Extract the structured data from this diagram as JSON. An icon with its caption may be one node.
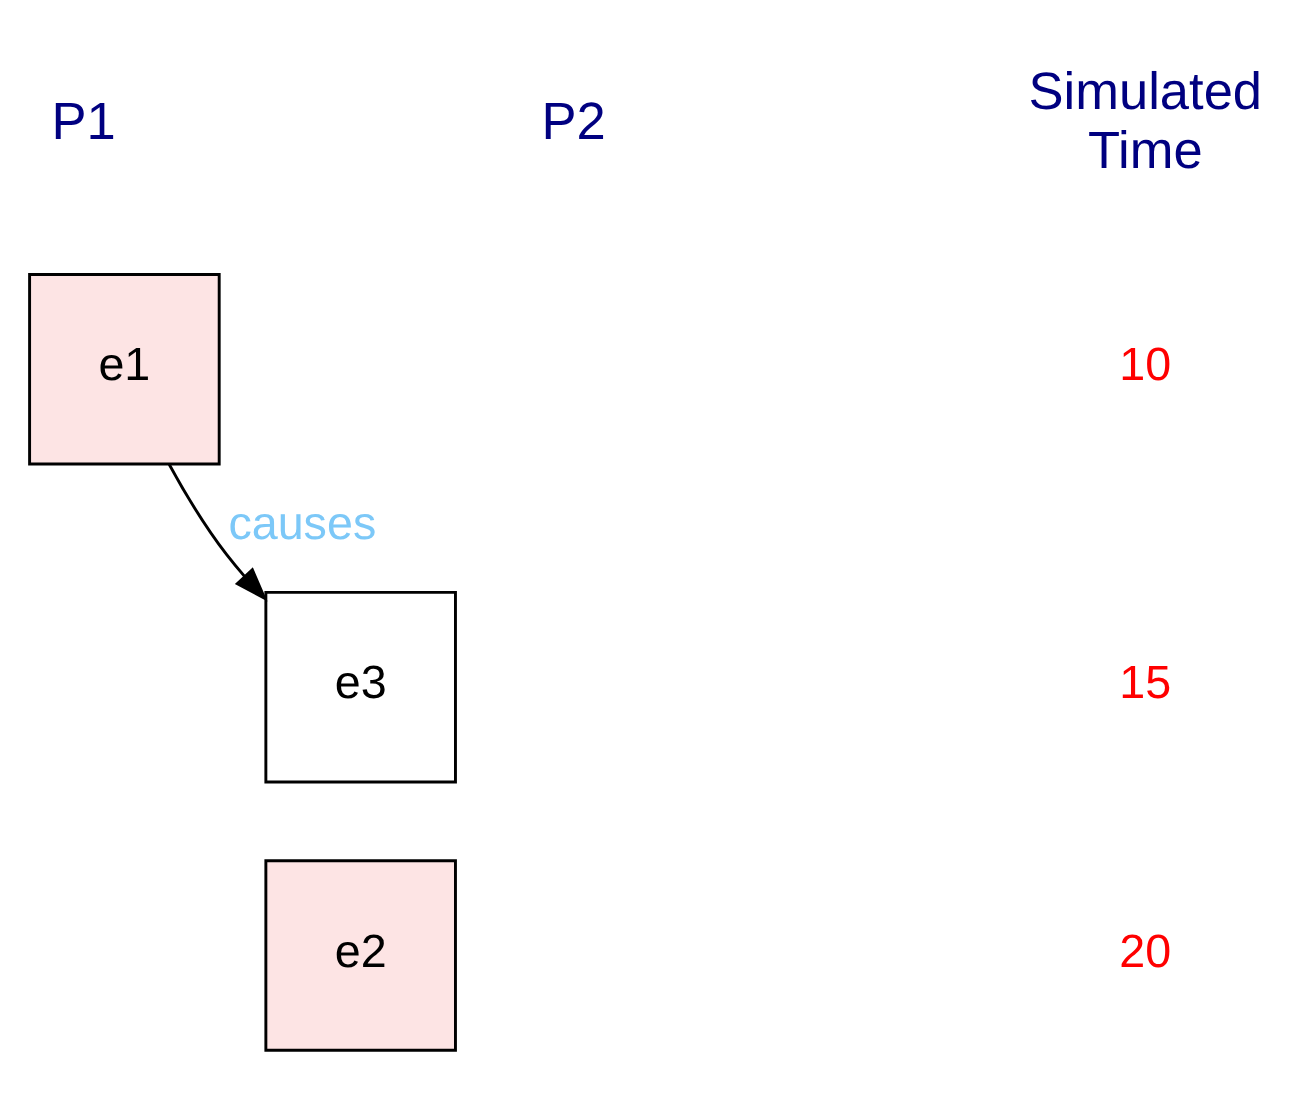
{
  "diagram": {
    "nodes": [
      {
        "text": [
          "e1"
        ]
      },
      {
        "text": [
          "e3"
        ]
      },
      {
        "text": [
          "e2"
        ]
      }
    ],
    "edges": [
      {
        "from": 0,
        "to": 1,
        "arrow": "to",
        "label": "causes"
      }
    ],
    "labels": [
      "P1",
      "P2",
      "Simulated Time",
      "10",
      "15",
      "20"
    ]
  }
}
